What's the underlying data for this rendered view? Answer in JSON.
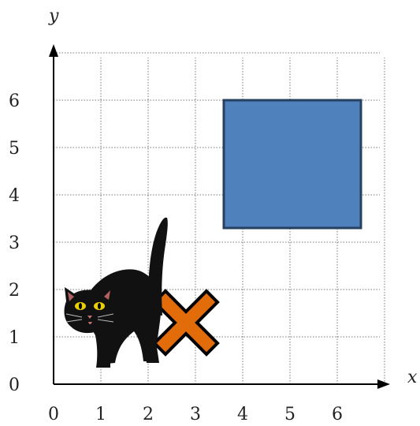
{
  "diagram": {
    "axes": {
      "x_name": "x",
      "y_name": "y",
      "x_ticks": [
        "0",
        "1",
        "2",
        "3",
        "4",
        "5",
        "6"
      ],
      "y_ticks": [
        "0",
        "1",
        "2",
        "3",
        "4",
        "5",
        "6"
      ],
      "x_range": [
        0,
        7
      ],
      "y_range": [
        0,
        7
      ],
      "grid": "dotted"
    },
    "shapes": {
      "square": {
        "color": "#4f81bd",
        "border": "#27405f",
        "x_from": 3.6,
        "x_to": 6.5,
        "y_from": 3.3,
        "y_to": 6.0
      },
      "cross": {
        "color": "#e36c0a",
        "border": "#000000",
        "center_x": 2.8,
        "center_y": 1.3
      },
      "cat": {
        "icon": "black-cat",
        "color": "#111111",
        "eye_color": "#e8d000"
      }
    }
  }
}
